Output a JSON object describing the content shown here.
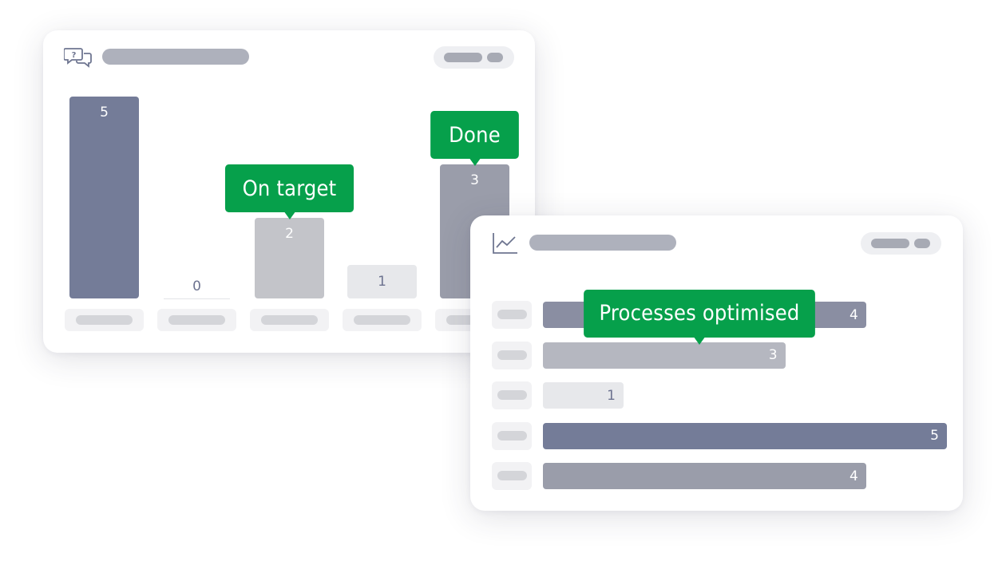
{
  "colors": {
    "dark": "#747c98",
    "mid": "#9a9daa",
    "light": "#c3c4c9",
    "lighter": "#e7e8eb",
    "accent": "#06a04b"
  },
  "left_card": {
    "icon": "chat-question-icon",
    "chart_data": {
      "type": "bar",
      "categories": [
        "",
        "",
        "",
        "",
        ""
      ],
      "values": [
        5,
        0,
        2,
        1,
        3
      ],
      "ylim": [
        0,
        5
      ],
      "grid": false,
      "callouts": [
        {
          "text": "On target",
          "index": 2
        },
        {
          "text": "Done",
          "index": 4
        }
      ]
    }
  },
  "right_card": {
    "icon": "line-chart-icon",
    "chart_data": {
      "type": "bar",
      "orientation": "horizontal",
      "categories": [
        "",
        "",
        "",
        "",
        ""
      ],
      "values": [
        4,
        3,
        1,
        5,
        4
      ],
      "xlim": [
        0,
        5
      ],
      "grid": false,
      "callouts": [
        {
          "text": "Processes optimised",
          "index": 1
        }
      ]
    }
  }
}
